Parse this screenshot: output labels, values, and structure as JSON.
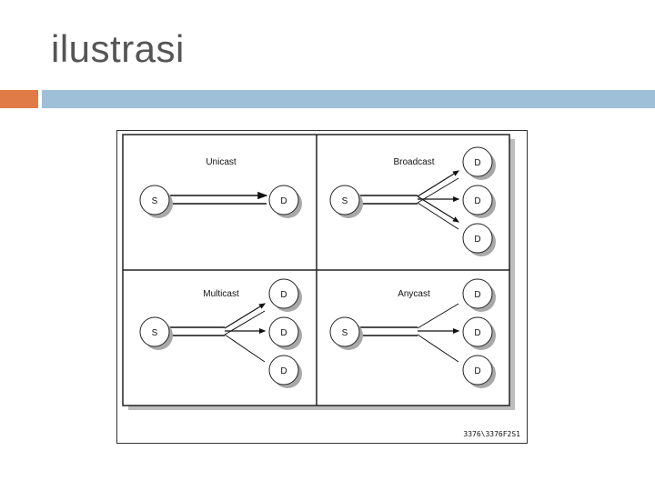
{
  "slide": {
    "title": "ilustrasi",
    "colors": {
      "accent_orange": "#e07b48",
      "accent_blue": "#9fbfd9",
      "title_text": "#555555"
    }
  },
  "figure": {
    "id_label": "3376\\3376F2S1",
    "panels": [
      {
        "title": "Unicast",
        "source_label": "S",
        "destination_labels": [
          "D"
        ]
      },
      {
        "title": "Broadcast",
        "source_label": "S",
        "destination_labels": [
          "D",
          "D",
          "D"
        ]
      },
      {
        "title": "Multicast",
        "source_label": "S",
        "destination_labels": [
          "D",
          "D",
          "D"
        ]
      },
      {
        "title": "Anycast",
        "source_label": "S",
        "destination_labels": [
          "D",
          "D",
          "D"
        ]
      }
    ]
  }
}
